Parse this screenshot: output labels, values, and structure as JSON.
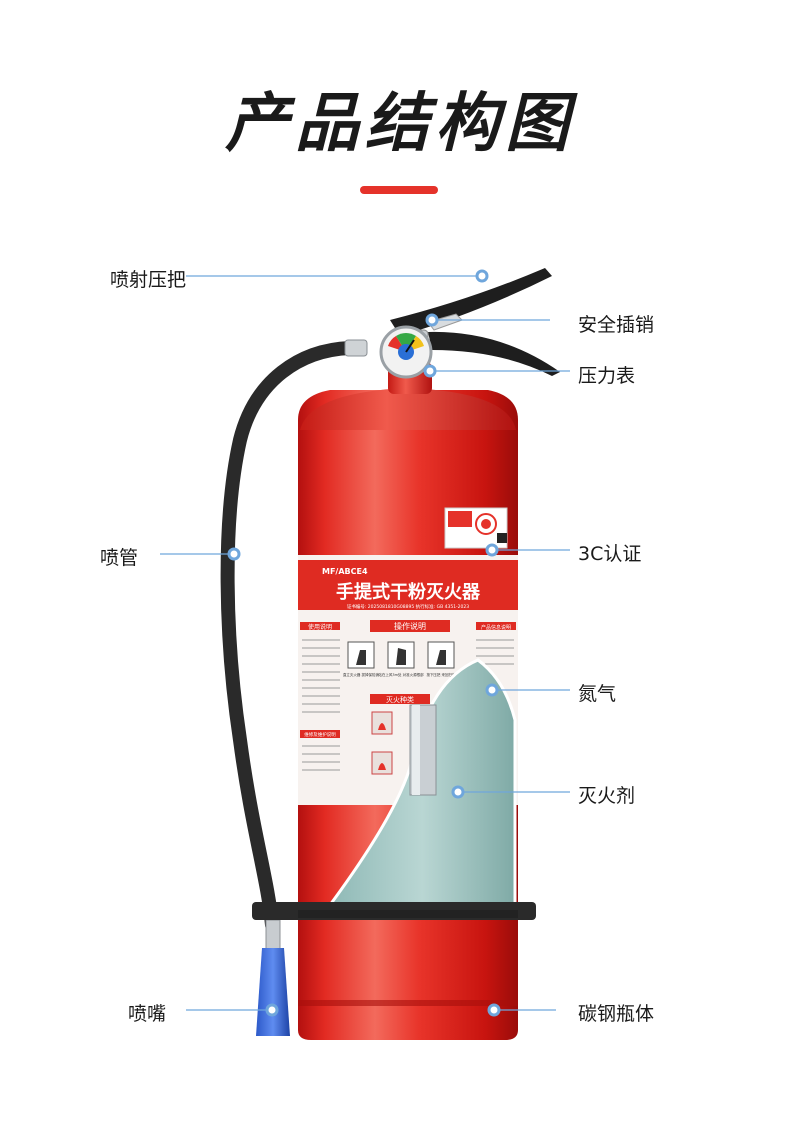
{
  "title": "产品结构图",
  "accent_color": "#e5322a",
  "extinguisher": {
    "model": "MF/ABCE4",
    "name": "手提式干粉灭火器",
    "cert_line": "证书编号: 2025081810G08895    执行标准: GB 4351-2023",
    "section_operation": "操作说明",
    "section_fire_types": "灭火种类",
    "section_usage": "使用说明",
    "section_maintenance": "维修及维护说明",
    "section_product_info": "产品信息说明",
    "step_labels": [
      "直立灭火器 拔掉保险销",
      "站在上风3m处 对准火源根部",
      "按下压把 来回扫射"
    ]
  },
  "parts": {
    "handle": "喷射压把",
    "safety_pin": "安全插销",
    "gauge": "压力表",
    "hose": "喷管",
    "cert": "3C认证",
    "nitrogen": "氮气",
    "agent": "灭火剂",
    "nozzle": "喷嘴",
    "body": "碳钢瓶体"
  }
}
